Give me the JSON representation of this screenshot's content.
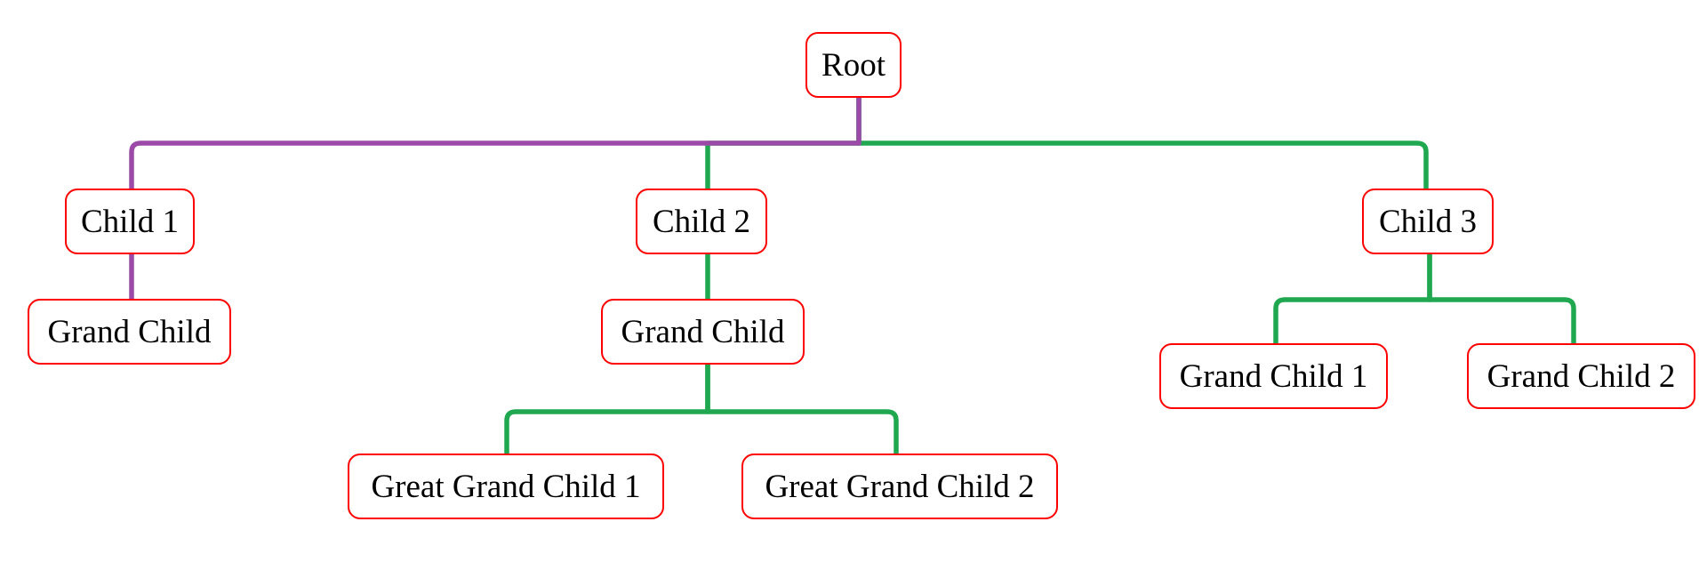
{
  "colors": {
    "node_border": "#ff0000",
    "node_background": "#ffffff",
    "node_text": "#000000",
    "connector_default": "#1fa84f",
    "connector_highlight": "#9b4aa8"
  },
  "tree": {
    "root": {
      "label": "Root"
    },
    "child_1": {
      "label": "Child 1"
    },
    "child_2": {
      "label": "Child 2"
    },
    "child_3": {
      "label": "Child 3"
    },
    "child_1_grand_child": {
      "label": "Grand Child"
    },
    "child_2_grand_child": {
      "label": "Grand Child"
    },
    "great_grand_child_1": {
      "label": "Great Grand Child 1"
    },
    "great_grand_child_2": {
      "label": "Great Grand Child 2"
    },
    "child_3_grand_child_1": {
      "label": "Grand Child 1"
    },
    "child_3_grand_child_2": {
      "label": "Grand Child 2"
    }
  },
  "edges": [
    {
      "from": "root",
      "to": "child_1",
      "color": "connector_highlight"
    },
    {
      "from": "root",
      "to": "child_2",
      "color": "connector_default"
    },
    {
      "from": "root",
      "to": "child_3",
      "color": "connector_default"
    },
    {
      "from": "child_1",
      "to": "child_1_grand_child",
      "color": "connector_highlight"
    },
    {
      "from": "child_2",
      "to": "child_2_grand_child",
      "color": "connector_default"
    },
    {
      "from": "child_2_grand_child",
      "to": "great_grand_child_1",
      "color": "connector_default"
    },
    {
      "from": "child_2_grand_child",
      "to": "great_grand_child_2",
      "color": "connector_default"
    },
    {
      "from": "child_3",
      "to": "child_3_grand_child_1",
      "color": "connector_default"
    },
    {
      "from": "child_3",
      "to": "child_3_grand_child_2",
      "color": "connector_default"
    }
  ]
}
